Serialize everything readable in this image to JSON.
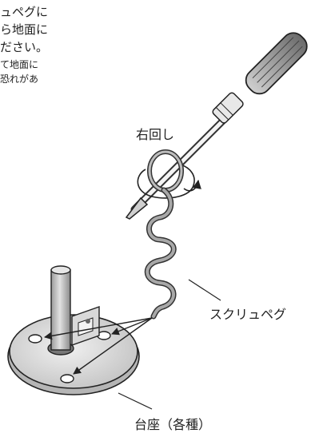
{
  "text_lines": [
    "ュペグに",
    "ら地面に",
    "ださい。",
    "て地面に",
    "恐れがあ"
  ],
  "labels": {
    "rotation": "右回し",
    "peg": "スクリュペグ",
    "base": "台座（各種）"
  }
}
